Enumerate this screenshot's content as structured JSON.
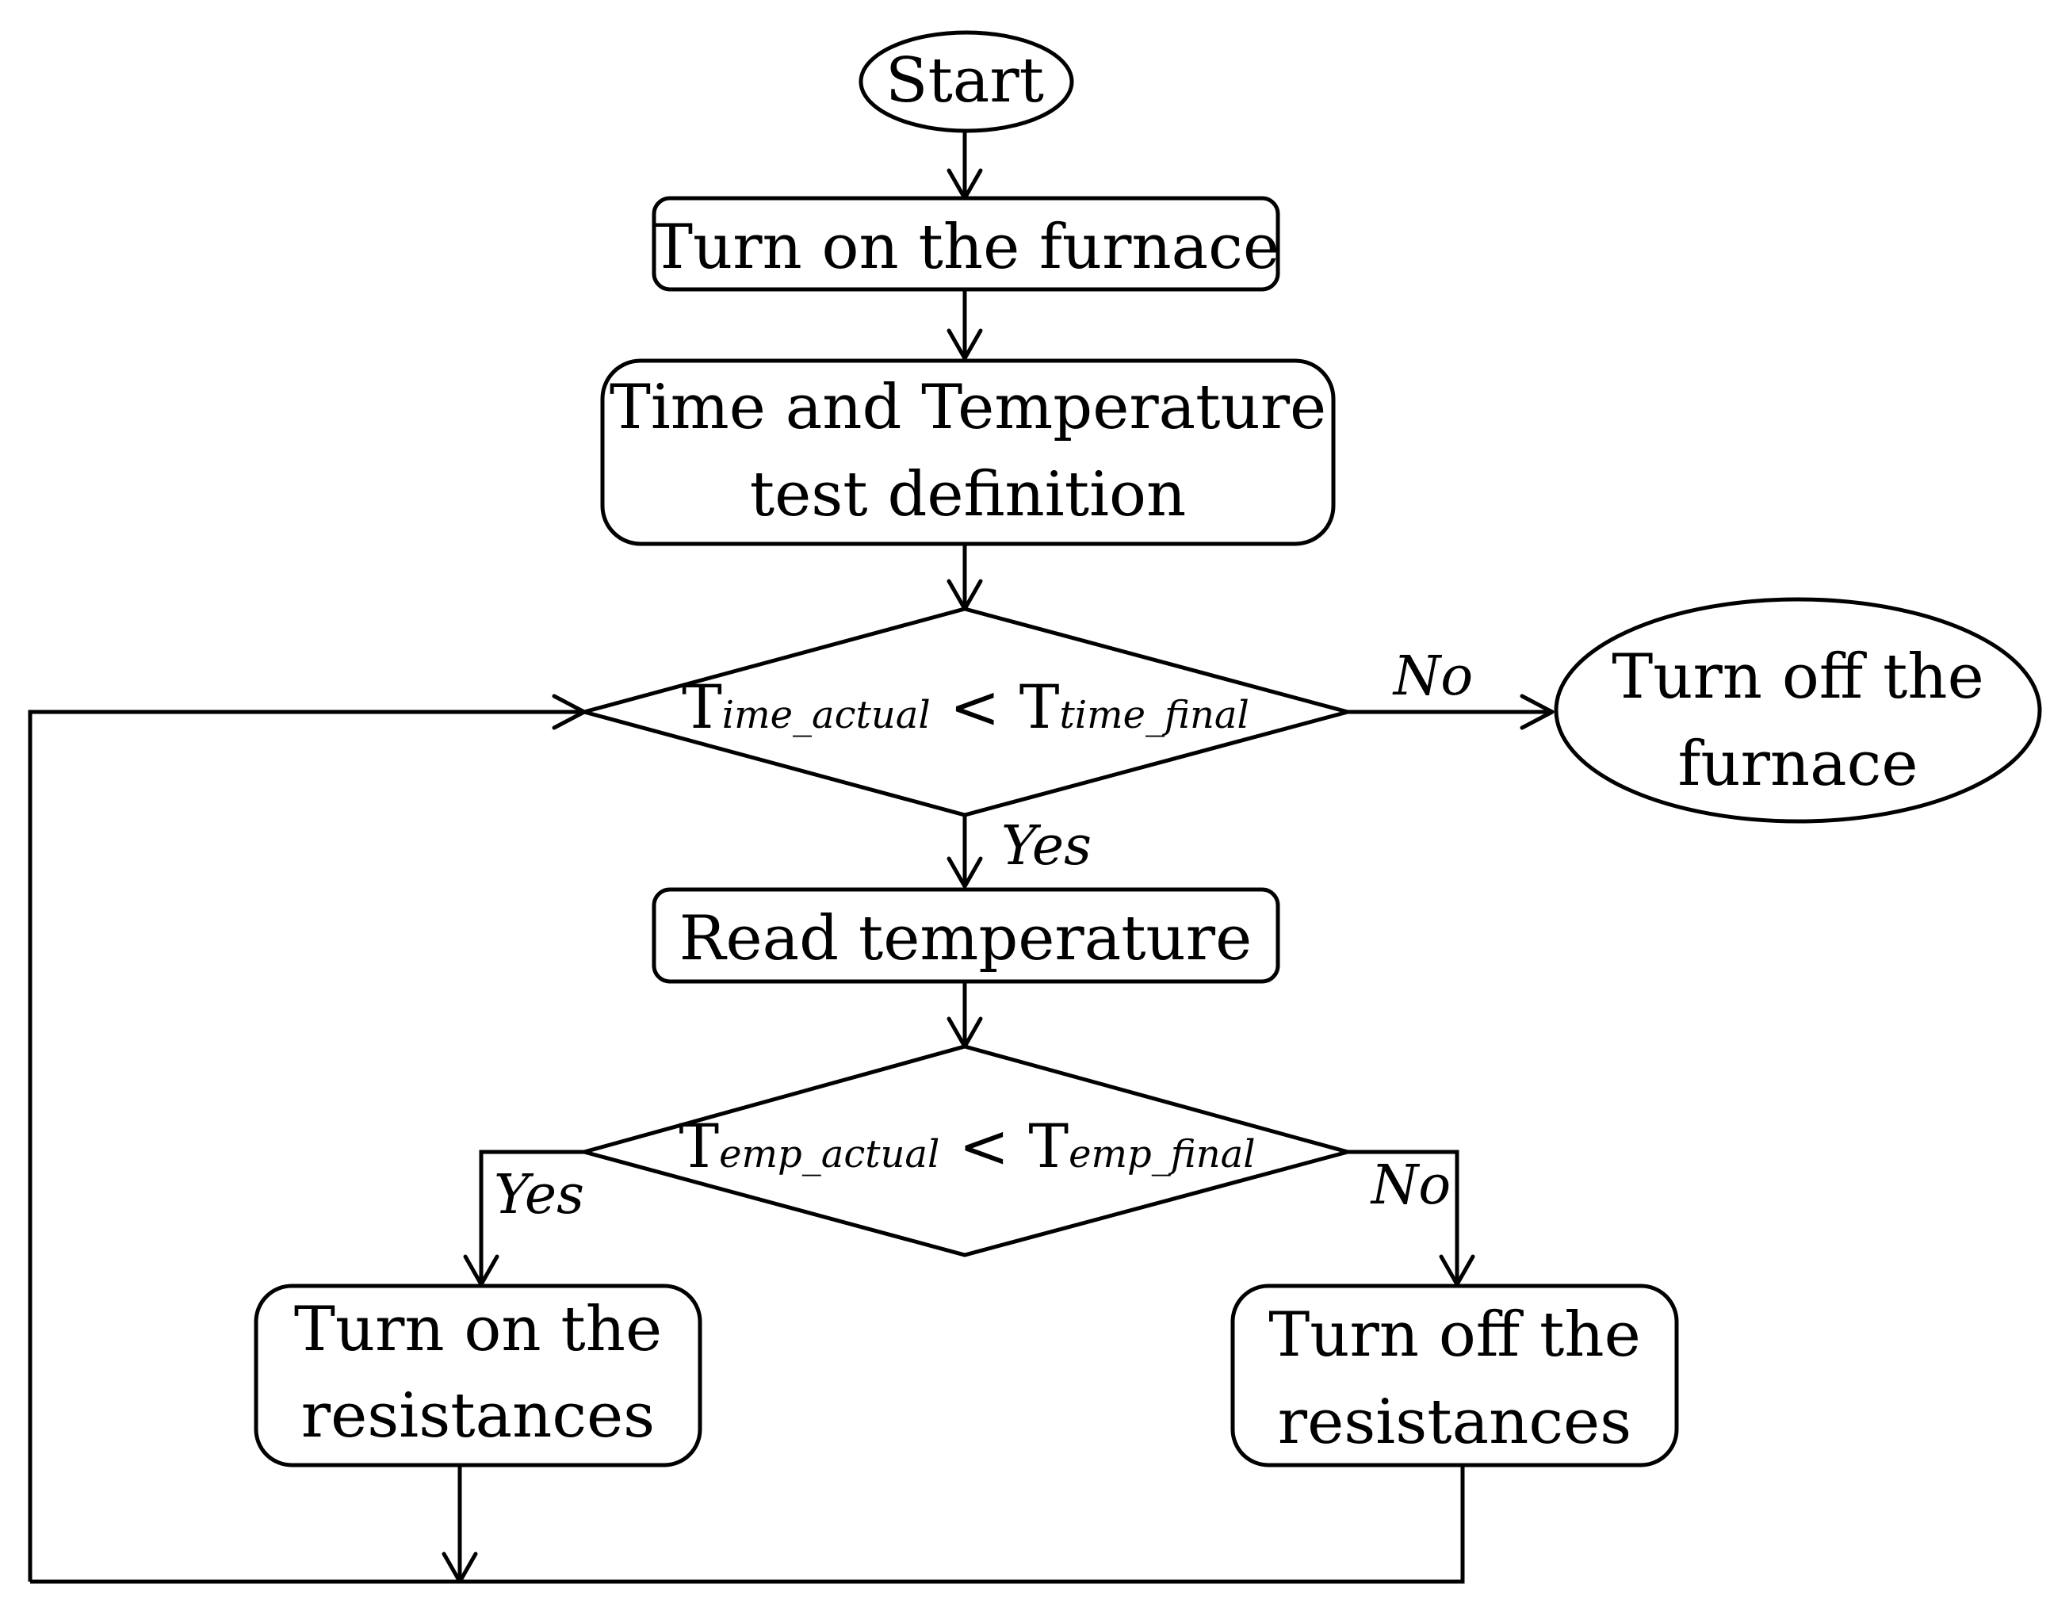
{
  "nodes": {
    "start": "Start",
    "turn_on_furnace": "Turn on the furnace",
    "definition": [
      "Time and Temperature",
      "test definition"
    ],
    "time_condition": {
      "left_main": "T",
      "left_sub": "ime_actual",
      "op": " < ",
      "right_main": "T",
      "right_sub": "time_final"
    },
    "turn_off_furnace": [
      "Turn off the",
      "furnace"
    ],
    "read_temperature": "Read temperature",
    "temp_condition": {
      "left_main": "T",
      "left_sub": "emp_actual",
      "op": " < ",
      "right_main": "T",
      "right_sub": "emp_final"
    },
    "turn_on_resistances": [
      "Turn on the",
      "resistances"
    ],
    "turn_off_resistances": [
      "Turn off the",
      "resistances"
    ]
  },
  "edge_labels": {
    "time_no": "No",
    "time_yes": "Yes",
    "temp_yes": "Yes",
    "temp_no": "No"
  }
}
